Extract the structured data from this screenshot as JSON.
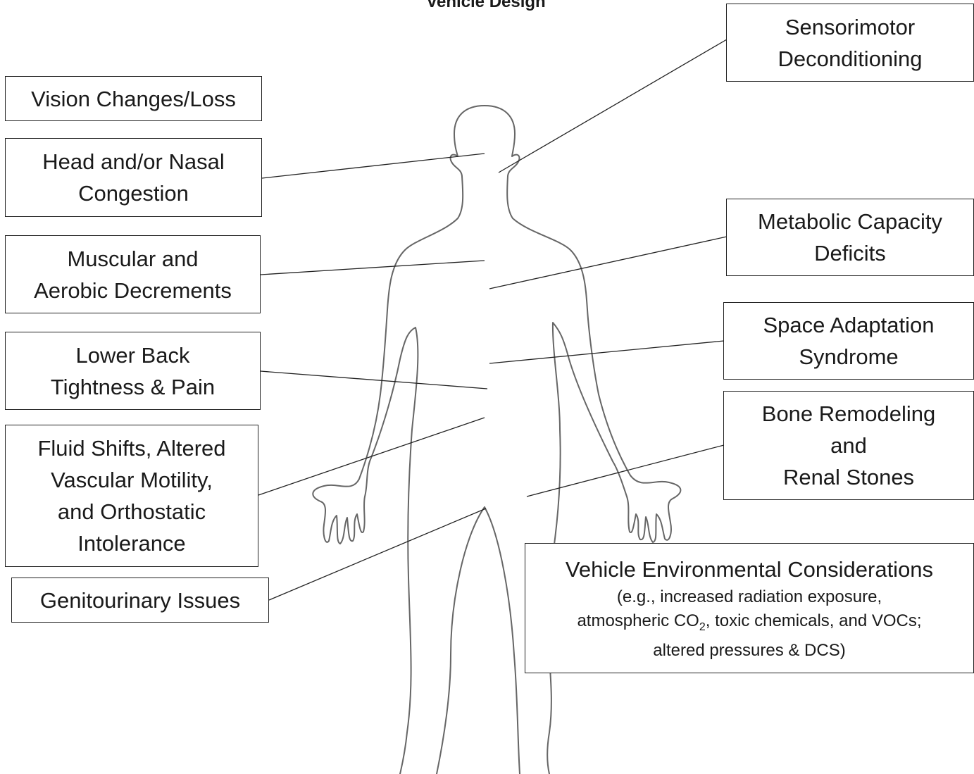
{
  "title": "Vehicle Design",
  "labels": {
    "vision": [
      "Vision Changes/Loss"
    ],
    "head": [
      "Head and/or Nasal",
      "Congestion"
    ],
    "muscular": [
      "Muscular and",
      "Aerobic Decrements"
    ],
    "back": [
      "Lower Back",
      "Tightness & Pain"
    ],
    "fluid": [
      "Fluid Shifts, Altered",
      "Vascular Motility,",
      "and Orthostatic",
      "Intolerance"
    ],
    "genito": [
      "Genitourinary Issues"
    ],
    "sensorimotor": [
      "Sensorimotor",
      "Deconditioning"
    ],
    "metabolic": [
      "Metabolic Capacity",
      "Deficits"
    ],
    "space": [
      "Space Adaptation",
      "Syndrome"
    ],
    "bone": [
      "Bone Remodeling",
      "and",
      "Renal Stones"
    ],
    "vehicle": {
      "title": "Vehicle Environmental Considerations",
      "sub1": "(e.g., increased radiation exposure,",
      "sub2_pre": "atmospheric CO",
      "sub2_subscript": "2",
      "sub2_post": ", toxic chemicals, and VOCs;",
      "sub3": "altered pressures & DCS)"
    }
  },
  "colors": {
    "line": "#222222",
    "outline": "#555555"
  }
}
